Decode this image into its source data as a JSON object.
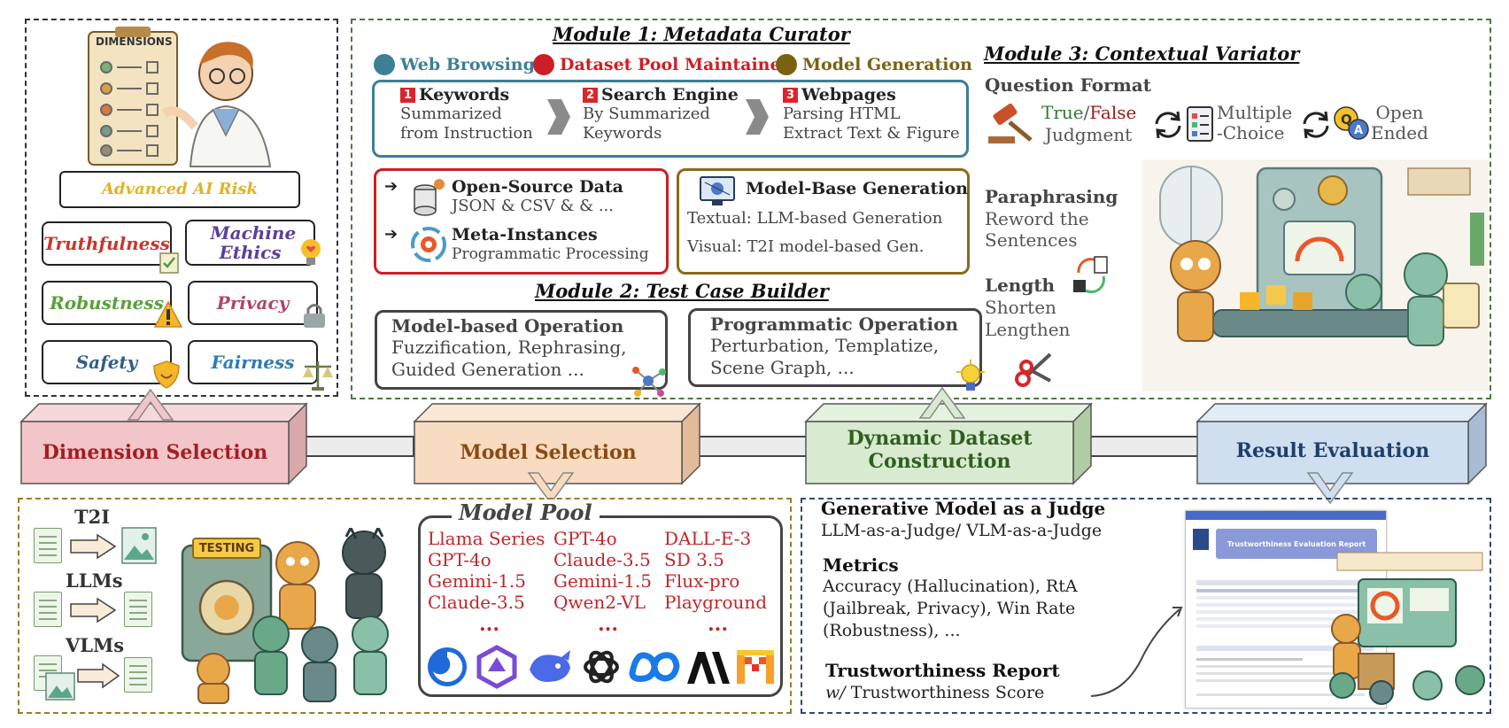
{
  "dimensions_panel": {
    "clipboard_title": "DIMENSIONS",
    "advanced": "Advanced AI Risk",
    "items": [
      "Truthfulness",
      "Machine Ethics",
      "Robustness",
      "Privacy",
      "Safety",
      "Fairness"
    ]
  },
  "module1": {
    "title": "Module 1: Metadata Curator",
    "legend": [
      "Web Browsing",
      "Dataset Pool Maintainer",
      "Model Generation"
    ],
    "steps": [
      {
        "num": "1",
        "title": "Keywords",
        "line1": "Summarized",
        "line2": "from Instruction"
      },
      {
        "num": "2",
        "title": "Search Engine",
        "line1": "By Summarized",
        "line2": "Keywords"
      },
      {
        "num": "3",
        "title": "Webpages",
        "line1": "Parsing HTML",
        "line2": "Extract Text & Figure"
      }
    ],
    "pool": {
      "open_title": "Open-Source Data",
      "open_body": "JSON & CSV & & ...",
      "meta_title": "Meta-Instances",
      "meta_body": "Programmatic Processing"
    },
    "gen": {
      "title": "Model-Base Generation",
      "textual": "Textual: LLM-based Generation",
      "visual": "Visual: T2I model-based Gen."
    }
  },
  "module2": {
    "title": "Module 2: Test Case Builder",
    "model_op_title": "Model-based Operation",
    "model_op_line1": "Fuzzification, Rephrasing,",
    "model_op_line2": "Guided Generation ...",
    "prog_op_title": "Programmatic Operation",
    "prog_op_line1": "Perturbation, Templatize,",
    "prog_op_line2": "Scene Graph, ..."
  },
  "module3": {
    "title": "Module 3: Contextual Variator",
    "question_format": "Question Format",
    "true_word": "True",
    "slash": "/",
    "false_word": "False",
    "judgment": "Judgment",
    "multiple1": "Multiple",
    "multiple2": "-Choice",
    "open1": "Open",
    "open2": "Ended",
    "paraphrasing": "Paraphrasing",
    "reword1": "Reword the",
    "reword2": "Sentences",
    "length": "Length",
    "shorten": "Shorten",
    "lengthen": "Lengthen"
  },
  "stages": [
    "Dimension Selection",
    "Model Selection",
    "Dynamic Dataset Construction",
    "Result Evaluation"
  ],
  "model_selection": {
    "t2i": "T2I",
    "llms": "LLMs",
    "vlms": "VLMs",
    "testing": "TESTING",
    "pool_title": "Model Pool",
    "col1": [
      "Llama Series",
      "GPT-4o",
      "Gemini-1.5",
      "Claude-3.5"
    ],
    "col2": [
      "GPT-4o",
      "Claude-3.5",
      "Gemini-1.5",
      "Qwen2-VL"
    ],
    "col3": [
      "DALL-E-3",
      "SD 3.5",
      "Flux-pro",
      "Playground"
    ],
    "ellipsis": "..."
  },
  "evaluation": {
    "judge_title": "Generative Model as a Judge",
    "judge_body": "LLM-as-a-Judge/ VLM-as-a-Judge",
    "metrics_title": "Metrics",
    "metrics_line1": "Accuracy (Hallucination), RtA",
    "metrics_line2": "(Jailbreak, Privacy), Win Rate",
    "metrics_line3": "(Robustness), ...",
    "report_title": "Trustworthiness Report",
    "report_w": "w/",
    "report_body": "Trustworthiness Score",
    "report_doc_title": "Trustworthiness Evaluation Report"
  },
  "colors": {
    "web": "#3d7f96",
    "dataset": "#cc1f25",
    "model_gen": "#7a6212",
    "stage1": "#f2c6c8",
    "stage2": "#f7dcc1",
    "stage3": "#d8ebd0",
    "stage4": "#cfdff0"
  }
}
